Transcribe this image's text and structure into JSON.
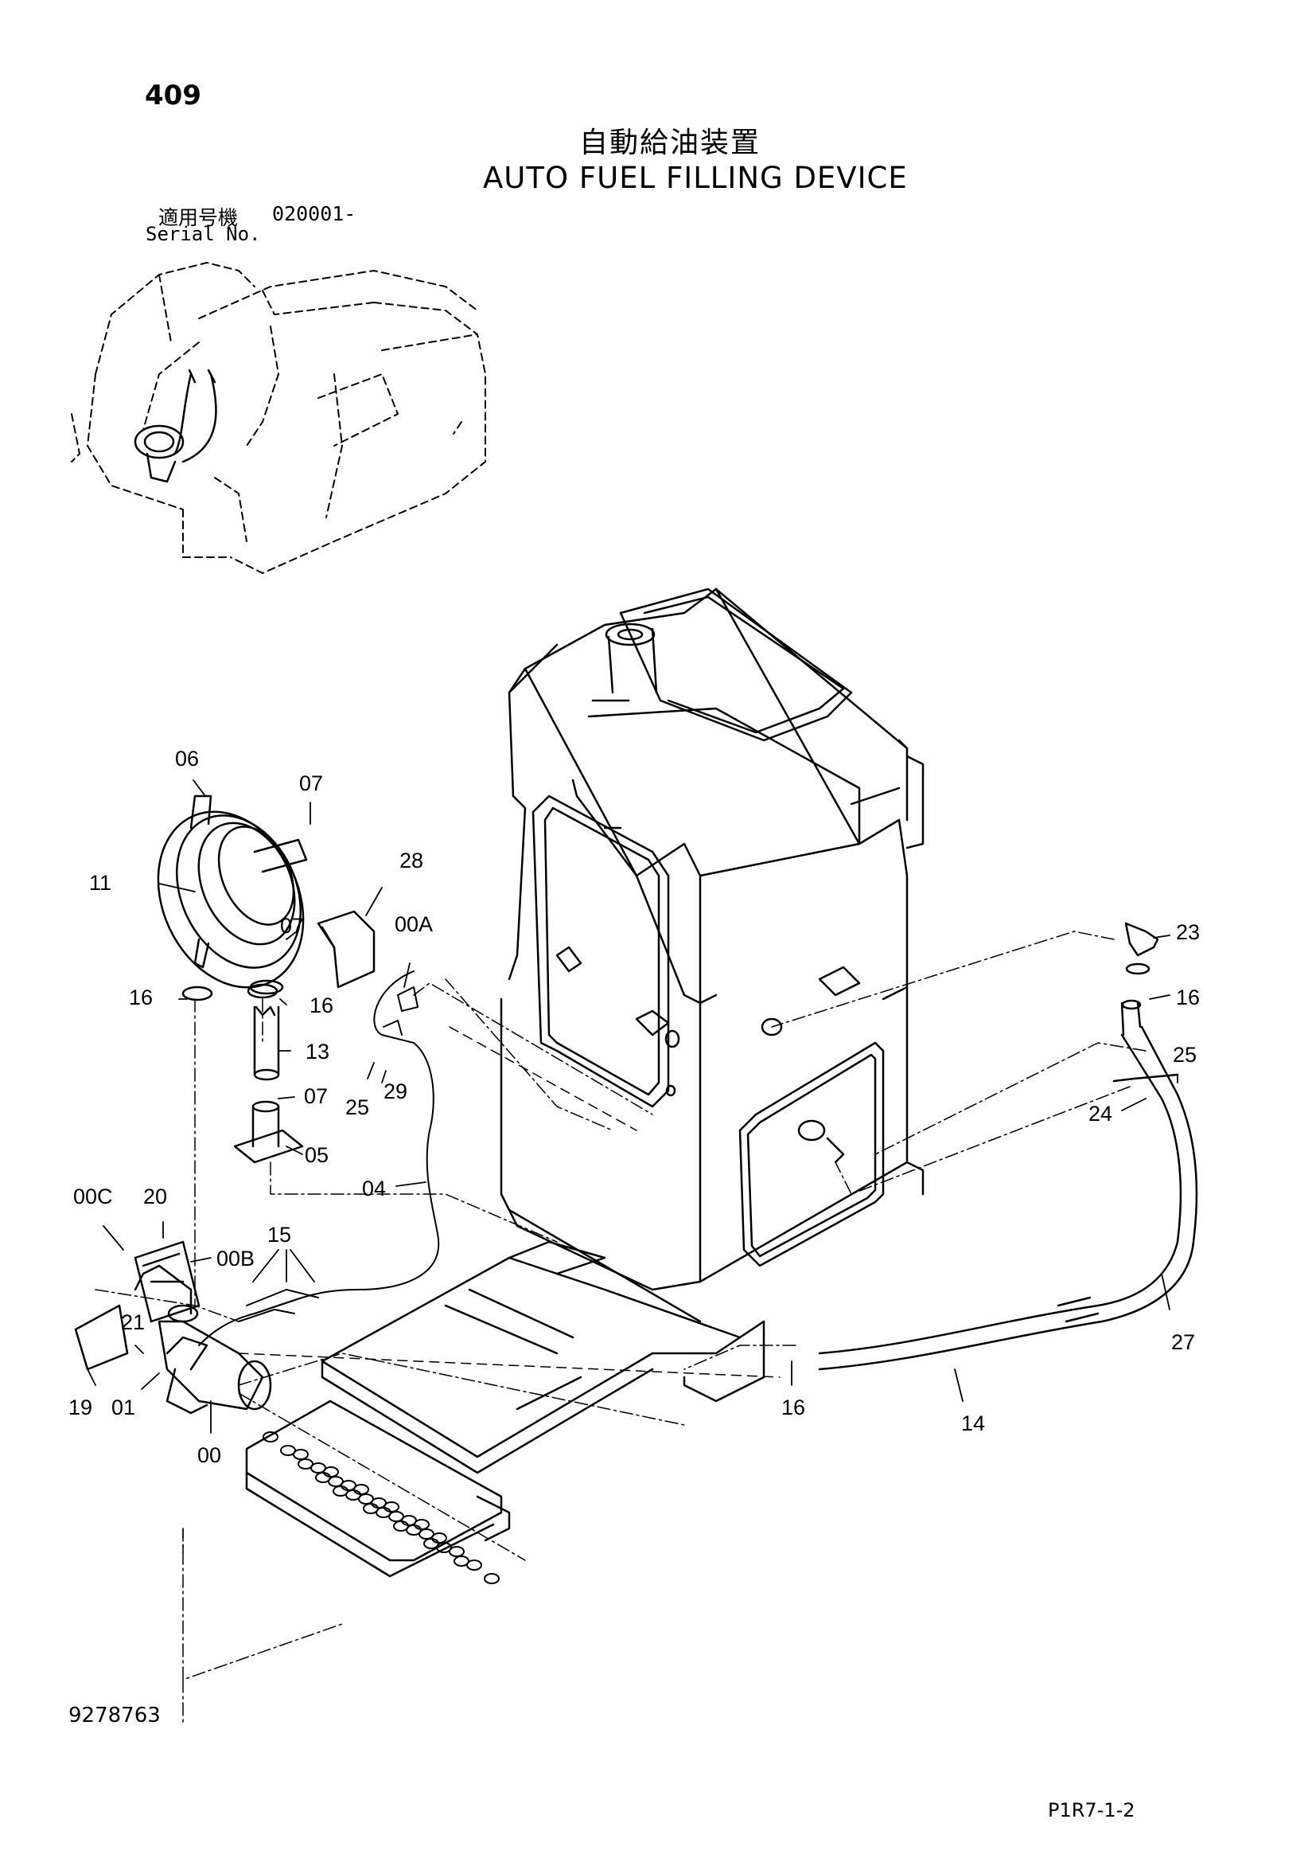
{
  "header": {
    "page_number": "409",
    "title_jp": "自動給油装置",
    "title_en": "AUTO FUEL FILLING DEVICE",
    "serial_label_jp": "適用号機",
    "serial_value": "020001-",
    "serial_label_en": "Serial No."
  },
  "footer": {
    "doc_number": "9278763",
    "page_code": "P1R7-1-2"
  },
  "callouts": [
    "06",
    "07",
    "28",
    "11",
    "00A",
    "07",
    "23",
    "16",
    "16",
    "16",
    "13",
    "25",
    "07",
    "25",
    "29",
    "24",
    "05",
    "04",
    "00C",
    "20",
    "15",
    "00B",
    "21",
    "19",
    "01",
    "00",
    "16",
    "27",
    "14"
  ]
}
